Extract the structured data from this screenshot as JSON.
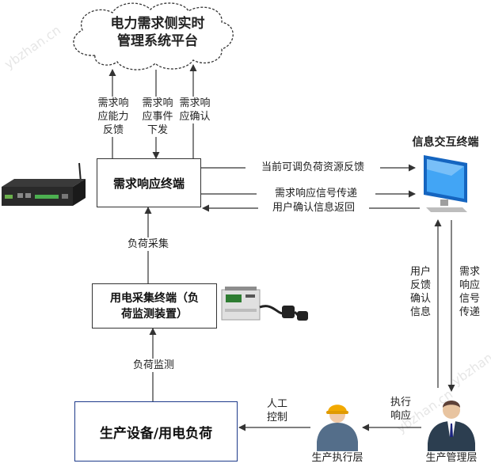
{
  "platform": {
    "line1": "电力需求侧实时",
    "line2": "管理系统平台"
  },
  "flows": {
    "capability": [
      "需求响",
      "应能力",
      "反馈"
    ],
    "event": [
      "需求响",
      "应事件",
      "下发"
    ],
    "confirm": [
      "需求响",
      "应确认"
    ]
  },
  "terminal": {
    "label": "需求响应终端"
  },
  "links": {
    "resource_feedback": "当前可调负荷资源反馈",
    "signal_transmit": "需求响应信号传递",
    "user_confirm_return": "用户确认信息返回"
  },
  "interaction": {
    "title": "信息交互终端"
  },
  "load_collection": "负荷采集",
  "collector": {
    "line1": "用电采集终端（负",
    "line2": "荷监测装置）"
  },
  "load_monitoring": "负荷监测",
  "equipment": {
    "label": "生产设备/用电负荷"
  },
  "user_feedback": [
    "用户",
    "反馈",
    "确认",
    "信息"
  ],
  "demand_signal": [
    "需求",
    "响应",
    "信号",
    "传递"
  ],
  "manual_control": [
    "人工",
    "控制"
  ],
  "execute_response": [
    "执行",
    "响应"
  ],
  "roles": {
    "executor": "生产执行层",
    "manager": "生产管理层"
  },
  "watermarks": [
    "ybzhan.cn",
    "ybzhan.cn",
    "ybzhan.cn"
  ],
  "colors": {
    "monitor_blue": "#1e88e5",
    "helmet": "#f2a900",
    "stroke": "#333333"
  }
}
